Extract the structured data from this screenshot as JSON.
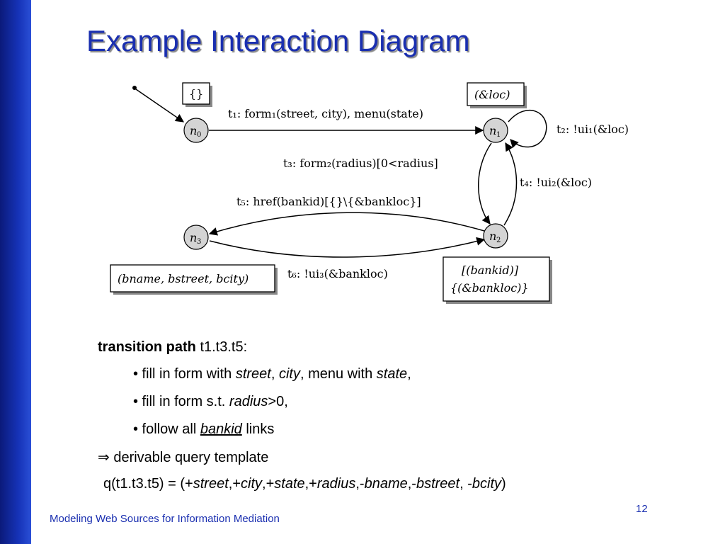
{
  "slide": {
    "title": "Example Interaction Diagram",
    "footer": "Modeling Web Sources for Information Mediation",
    "page_number": "12",
    "accent_color": "#1a2fb0",
    "sidebar_color": "#1633b8"
  },
  "diagram": {
    "nodes": {
      "n0": "n",
      "n0_sub": "0",
      "n1": "n",
      "n1_sub": "1",
      "n2": "n",
      "n2_sub": "2",
      "n3": "n",
      "n3_sub": "3"
    },
    "boxes": {
      "n0": "{}",
      "n1": "(&loc)",
      "n2_line1": "[(bankid)]",
      "n2_line2": "{(&bankloc)}",
      "n3": "(bname, bstreet, bcity)"
    },
    "transitions": {
      "t1": "t₁: form₁(street, city), menu(state)",
      "t2": "t₂: !ui₁(&loc)",
      "t3": "t₃: form₂(radius)[0<radius]",
      "t4": "t₄: !ui₂(&loc)",
      "t5": "t₅: href(bankid)[{}\\{&bankloc}]",
      "t6": "t₆: !ui₃(&bankloc)"
    }
  },
  "body": {
    "path_label_bold": "transition path",
    "path_label_rest": " t1.t3.t5:",
    "bullet1_a": "• fill in form with ",
    "bullet1_b": "street",
    "bullet1_c": ", ",
    "bullet1_d": "city",
    "bullet1_e": ", menu with ",
    "bullet1_f": "state",
    "bullet1_g": ",",
    "bullet2_a": "• fill in form s.t. ",
    "bullet2_b": "radius",
    "bullet2_c": ">0,",
    "bullet3_a": "• follow all ",
    "bullet3_b": "bankid",
    "bullet3_c": " links",
    "implies_symbol": "⇒",
    "derivable": " derivable query template",
    "q_a": "q(t1.t3.t5) = (+",
    "q_b": "street",
    "q_c": ",+",
    "q_d": "city",
    "q_e": ",+",
    "q_f": "state",
    "q_g": ",+",
    "q_h": "radius",
    "q_i": ",-",
    "q_j": "bname",
    "q_k": ",-",
    "q_l": "bstreet",
    "q_m": ", -",
    "q_n": "bcity",
    "q_o": ")"
  }
}
